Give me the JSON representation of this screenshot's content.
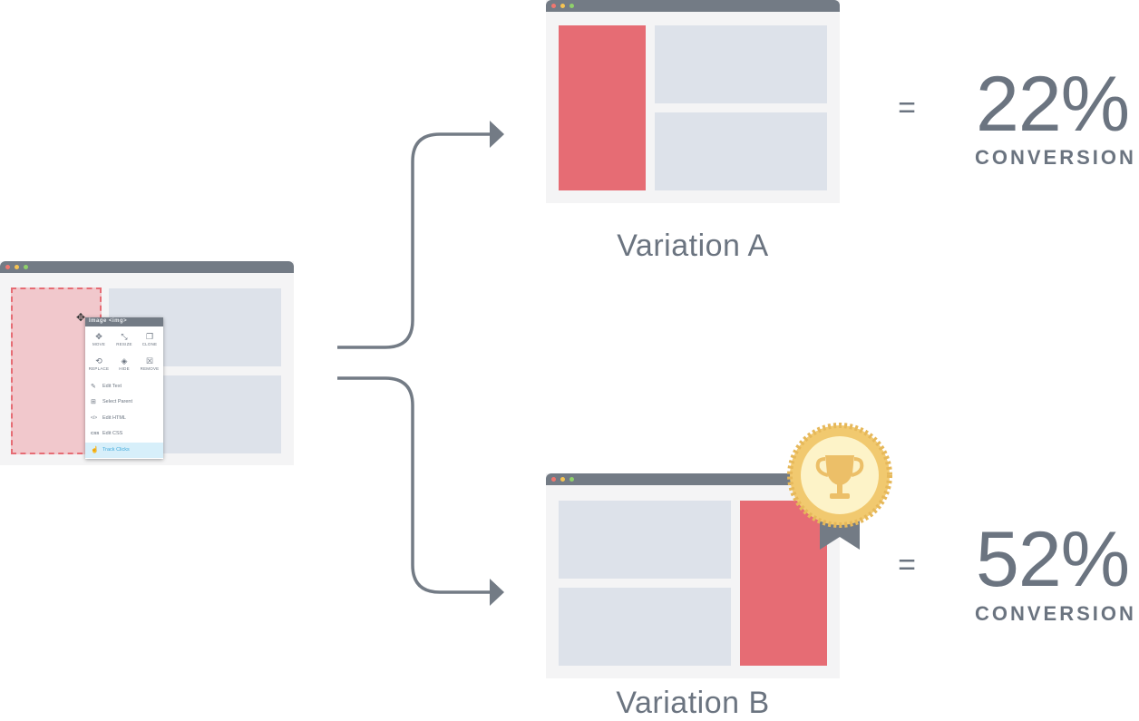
{
  "editor": {
    "menu": {
      "title": "Image <img>",
      "tools": [
        {
          "label": "MOVE",
          "icon": "move-icon"
        },
        {
          "label": "RESIZE",
          "icon": "resize-icon"
        },
        {
          "label": "CLONE",
          "icon": "clone-icon"
        },
        {
          "label": "REPLACE",
          "icon": "replace-icon"
        },
        {
          "label": "HIDE",
          "icon": "hide-icon"
        },
        {
          "label": "REMOVE",
          "icon": "remove-icon"
        }
      ],
      "items": [
        {
          "label": "Edit Text",
          "icon": "pencil-icon"
        },
        {
          "label": "Select Parent",
          "icon": "parent-icon"
        },
        {
          "label": "Edit HTML",
          "icon": "code-icon"
        },
        {
          "label": "Edit CSS",
          "icon": "css-icon"
        },
        {
          "label": "Track Clicks",
          "icon": "pointer-icon"
        }
      ]
    }
  },
  "variation_a": {
    "label": "Variation A",
    "equals": "=",
    "percent": "22%",
    "metric": "CONVERSION"
  },
  "variation_b": {
    "label": "Variation B",
    "equals": "=",
    "percent": "52%",
    "metric": "CONVERSION",
    "badge_icon": "trophy-icon"
  },
  "colors": {
    "window_bar": "#737b85",
    "window_bg": "#f4f4f5",
    "placeholder": "#dde2ea",
    "highlight": "#e66c74",
    "text": "#6b7480",
    "badge_gold": "#f1c96f"
  }
}
